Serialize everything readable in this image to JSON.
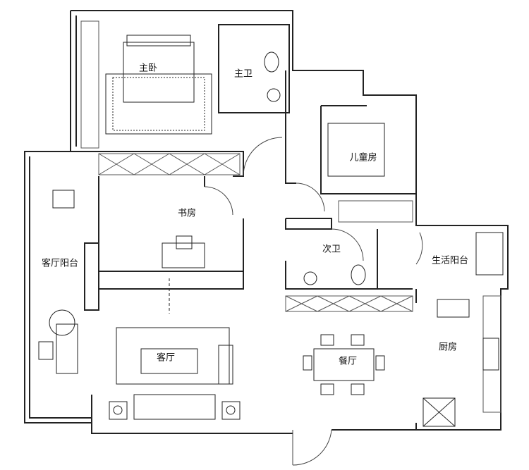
{
  "rooms": {
    "master_bedroom": "主卧",
    "master_bath": "主卫",
    "kids_room": "儿童房",
    "study": "书房",
    "second_bath": "次卫",
    "utility_balcony": "生活阳台",
    "living_balcony": "客厅阳台",
    "living_room": "客厅",
    "dining_room": "餐厅",
    "kitchen": "厨房"
  },
  "colors": {
    "line": "#222222",
    "background": "#ffffff"
  }
}
